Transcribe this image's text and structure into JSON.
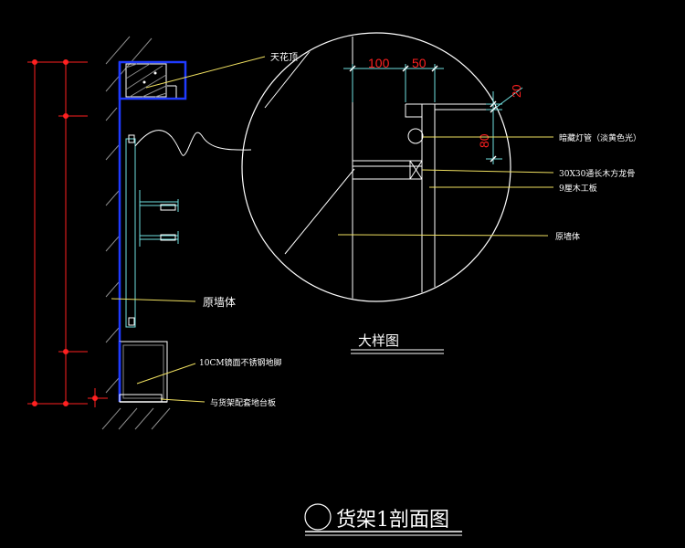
{
  "drawing": {
    "title": "货架1剖面图",
    "detail_title": "大样图",
    "labels": {
      "ceiling": "天花顶",
      "wall_left": "原墙体",
      "kick": "10CM镜面不锈钢地脚",
      "base": "与货架配套地台板",
      "light": "暗藏灯管（淡黄色光）",
      "keel": "30X30通长木方龙骨",
      "board": "9厘木工板",
      "wall_detail": "原墙体"
    },
    "dims": {
      "d100": "100",
      "d50": "50",
      "d20": "20",
      "d80": "80"
    }
  },
  "colors": {
    "background": "#000000",
    "outline": "#ffffff",
    "wall_section": "#1f3bff",
    "dimension": "#ff2020",
    "shelf": "#6fe0e0",
    "leader": "#f0e060",
    "hatch": "#8c8c8c"
  }
}
